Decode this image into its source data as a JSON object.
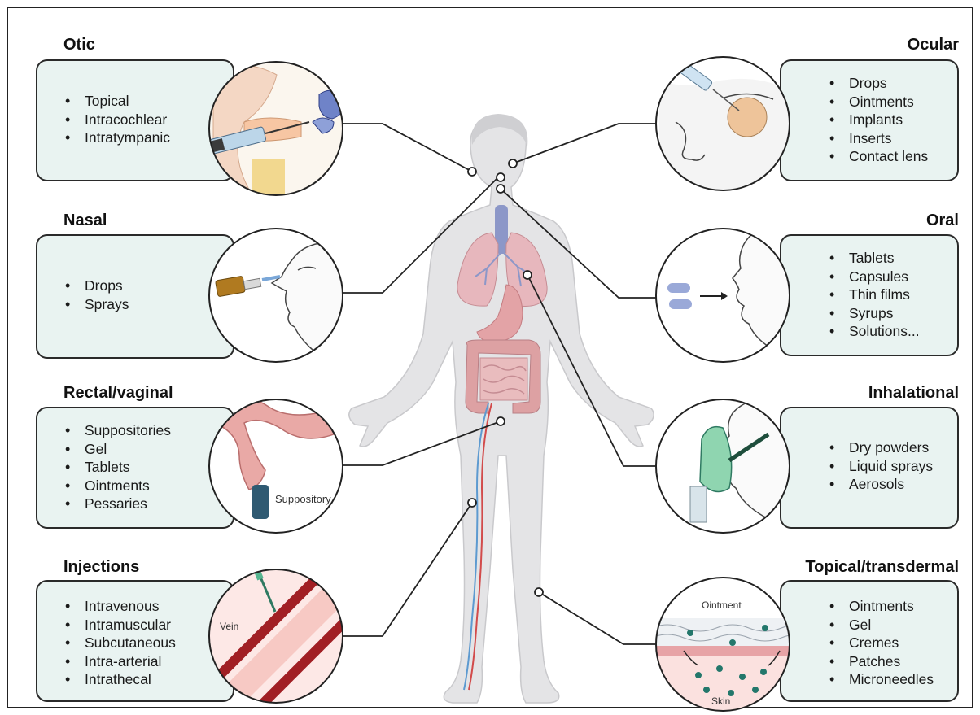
{
  "routes": [
    {
      "key": "otic",
      "title": "Otic",
      "items": [
        "Topical",
        "Intracochlear",
        "Intratympanic"
      ]
    },
    {
      "key": "nasal",
      "title": "Nasal",
      "items": [
        "Drops",
        "Sprays"
      ]
    },
    {
      "key": "rectal",
      "title": "Rectal/vaginal",
      "items": [
        "Suppositories",
        "Gel",
        "Tablets",
        "Ointments",
        "Pessaries"
      ]
    },
    {
      "key": "injections",
      "title": "Injections",
      "items": [
        "Intravenous",
        "Intramuscular",
        "Subcutaneous",
        "Intra-arterial",
        "Intrathecal"
      ]
    },
    {
      "key": "ocular",
      "title": "Ocular",
      "items": [
        "Drops",
        "Ointments",
        "Implants",
        "Inserts",
        "Contact lens"
      ]
    },
    {
      "key": "oral",
      "title": "Oral",
      "items": [
        "Tablets",
        "Capsules",
        "Thin films",
        "Syrups",
        "Solutions..."
      ]
    },
    {
      "key": "inhalational",
      "title": "Inhalational",
      "items": [
        "Dry powders",
        "Liquid sprays",
        "Aerosols"
      ]
    },
    {
      "key": "topical",
      "title": "Topical/transdermal",
      "items": [
        "Ointments",
        "Gel",
        "Cremes",
        "Patches",
        "Microneedles"
      ]
    }
  ],
  "labels": {
    "suppository": "Suppository",
    "vein": "Vein",
    "ointment": "Ointment",
    "skin": "Skin"
  }
}
